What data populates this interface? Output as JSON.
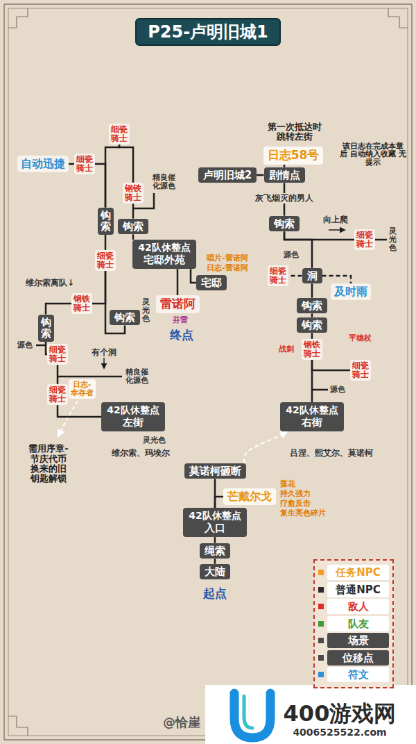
{
  "diagram": {
    "title": "P25-卢明旧城1",
    "nodes": [
      {
        "text": [
          "细瓷骑士"
        ]
      },
      {
        "text": [
          "自动迅捷"
        ]
      },
      {
        "text": [
          "细瓷骑士"
        ]
      },
      {
        "text": [
          "钢铁骑士"
        ]
      },
      {
        "text": [
          "钩索"
        ]
      },
      {
        "text": [
          "钩索"
        ]
      },
      {
        "text": [
          "42队休整点",
          "宅邸外苑"
        ]
      },
      {
        "text": [
          "细瓷骑士"
        ]
      },
      {
        "text": [
          "宅邸"
        ]
      },
      {
        "text": [
          "雷诺阿"
        ]
      },
      {
        "text": [
          "钢铁骑士"
        ]
      },
      {
        "text": [
          "钩索"
        ]
      },
      {
        "text": [
          "钩索"
        ]
      },
      {
        "text": [
          "细瓷骑士"
        ]
      },
      {
        "text": [
          "日志-幸存者"
        ]
      },
      {
        "text": [
          "细瓷骑士"
        ]
      },
      {
        "text": [
          "42队休整点",
          "左街"
        ]
      },
      {
        "text": [
          "日志58号"
        ]
      },
      {
        "text": [
          "卢明旧城2"
        ]
      },
      {
        "text": [
          "剧情点"
        ]
      },
      {
        "text": [
          "钩索"
        ]
      },
      {
        "text": [
          "细瓷骑士"
        ]
      },
      {
        "text": [
          "细瓷骑士"
        ]
      },
      {
        "text": [
          "洞"
        ]
      },
      {
        "text": [
          "及时雨"
        ]
      },
      {
        "text": [
          "钩索"
        ]
      },
      {
        "text": [
          "钩索"
        ]
      },
      {
        "text": [
          "钢铁骑士"
        ]
      },
      {
        "text": [
          "细瓷骑士"
        ]
      },
      {
        "text": [
          "42队休整点",
          "右街"
        ]
      },
      {
        "text": [
          "莫诺柯砸断"
        ]
      },
      {
        "text": [
          "芒戴尔戈"
        ]
      },
      {
        "text": [
          "42队休整点",
          "入口"
        ]
      },
      {
        "text": [
          "绳索"
        ]
      },
      {
        "text": [
          "大陆"
        ]
      }
    ],
    "edges": [
      {
        "from": 1,
        "to": 2,
        "arrow": "none"
      },
      {
        "from": 2,
        "to": 4,
        "arrow": "none"
      },
      {
        "from": 0,
        "to": 4,
        "arrow": "none"
      },
      {
        "from": 0,
        "to": 3,
        "arrow": "none"
      },
      {
        "from": 3,
        "to": 5,
        "arrow": "none"
      },
      {
        "from": 5,
        "to": 6,
        "arrow": "none"
      },
      {
        "from": 4,
        "to": 7,
        "arrow": "none"
      },
      {
        "from": 6,
        "to": 8,
        "arrow": "none"
      },
      {
        "from": 6,
        "to": 9,
        "arrow": "none"
      },
      {
        "from": 7,
        "to": 10,
        "arrow": "none"
      },
      {
        "from": 7,
        "to": 11,
        "arrow": "none"
      },
      {
        "from": 10,
        "to": 12,
        "arrow": "none"
      },
      {
        "from": 12,
        "to": 13,
        "arrow": "none"
      },
      {
        "from": 13,
        "to": 15,
        "arrow": "none"
      },
      {
        "from": 15,
        "to": 16,
        "arrow": "none"
      },
      {
        "from": 17,
        "to": 19,
        "arrow": "none"
      },
      {
        "from": 19,
        "to": 18,
        "arrow": "none"
      },
      {
        "from": 19,
        "to": 20,
        "arrow": "none"
      },
      {
        "from": 20,
        "to": 21,
        "arrow": "none"
      },
      {
        "from": 20,
        "to": 23,
        "arrow": "none"
      },
      {
        "from": 23,
        "to": 22,
        "arrow": "none"
      },
      {
        "from": 23,
        "to": 24,
        "arrow": "none"
      },
      {
        "from": 23,
        "to": 25,
        "arrow": "none"
      },
      {
        "from": 25,
        "to": 26,
        "arrow": "none"
      },
      {
        "from": 26,
        "to": 27,
        "arrow": "none"
      },
      {
        "from": 27,
        "to": 28,
        "arrow": "none"
      },
      {
        "from": 27,
        "to": 29,
        "arrow": "none"
      },
      {
        "from": 30,
        "to": 29,
        "arrow": "to"
      },
      {
        "from": 32,
        "to": 30,
        "arrow": "none"
      },
      {
        "from": 32,
        "to": 31,
        "arrow": "none"
      },
      {
        "from": 33,
        "to": 32,
        "arrow": "none"
      },
      {
        "from": 34,
        "to": 33,
        "arrow": "none"
      }
    ],
    "labels": [
      "精良催化源色",
      "唱片-雷诺阿",
      "日志-雷诺阿",
      "芬雷",
      "终点",
      "维尔索离队↓",
      "灵光色",
      "源色",
      "有个洞",
      "精良催化源色",
      "需用序章-节庆代币换来的旧钥匙解锁",
      "灵光色",
      "维尔索、玛埃尔",
      "第一次抵达时 跳转左街",
      "该日志在完成本章后 自动纳入收藏 无提示",
      "灰飞烟灭的男人",
      "向上爬",
      "灵光色",
      "源色",
      "战刺",
      "平稳杖",
      "源色",
      "吕涅、熙艾尔、莫诺柯",
      "藻花",
      "持久强力",
      "疗愈反击",
      "复生亮色碎片",
      "起点",
      "@恰崖",
      "400游戏网",
      "4006525522.com"
    ],
    "legend": [
      {
        "text": "任务NPC",
        "color": "#f0a020"
      },
      {
        "text": "普通NPC",
        "color": "#2b2b2b"
      },
      {
        "text": "敌人",
        "color": "#d93025"
      },
      {
        "text": "队友",
        "color": "#3f9b3a"
      },
      {
        "text": "场景",
        "color": "#4b4b4b"
      },
      {
        "text": "位移点",
        "color": "#4b4b4b"
      },
      {
        "text": "符文",
        "color": "#2d8fd5"
      }
    ]
  }
}
